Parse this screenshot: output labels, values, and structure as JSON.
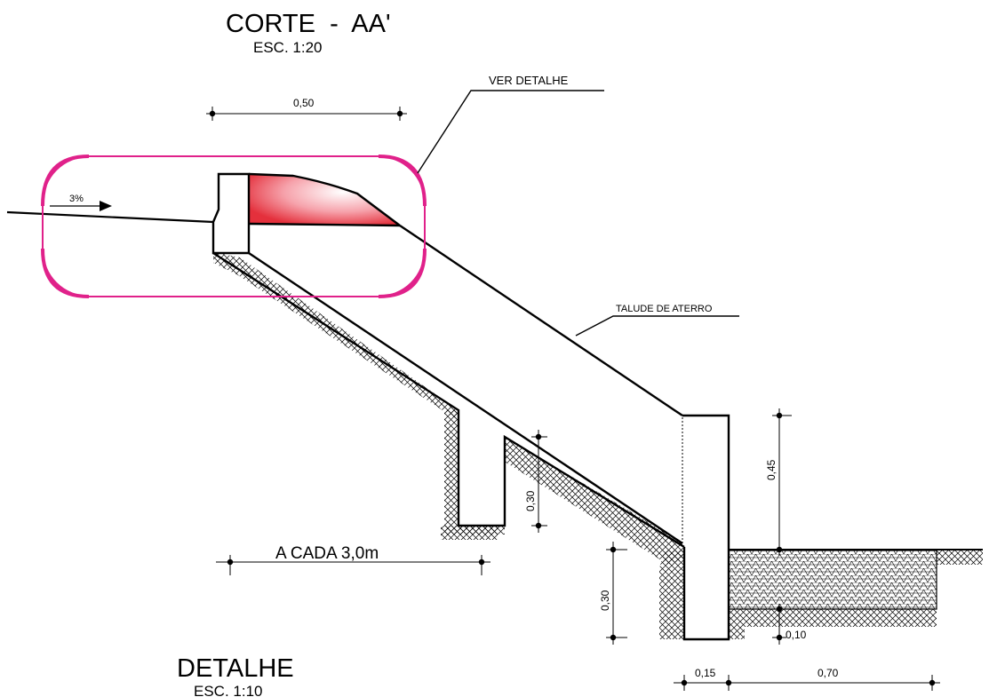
{
  "titles": {
    "section_title": "CORTE  -  AA'",
    "section_scale": "ESC. 1:20",
    "detail_title": "DETALHE",
    "detail_scale": "ESC. 1:10"
  },
  "callouts": {
    "ver_detalhe": "VER DETALHE",
    "talude": "TALUDE DE ATERRO",
    "slope": "3%",
    "spacing": "A CADA 3,0m"
  },
  "dimensions": {
    "top_width": "0,50",
    "riser_height": "0,45",
    "tooth_depth": "0,30",
    "end_depth": "0,30",
    "base_thickness": "0,10",
    "wall_thickness": "0,15",
    "apron_length": "0,70"
  },
  "colors": {
    "line": "#000000",
    "highlight": "#e0218a",
    "fill_dark": "#e8303a",
    "fill_light": "#fde8ea"
  }
}
